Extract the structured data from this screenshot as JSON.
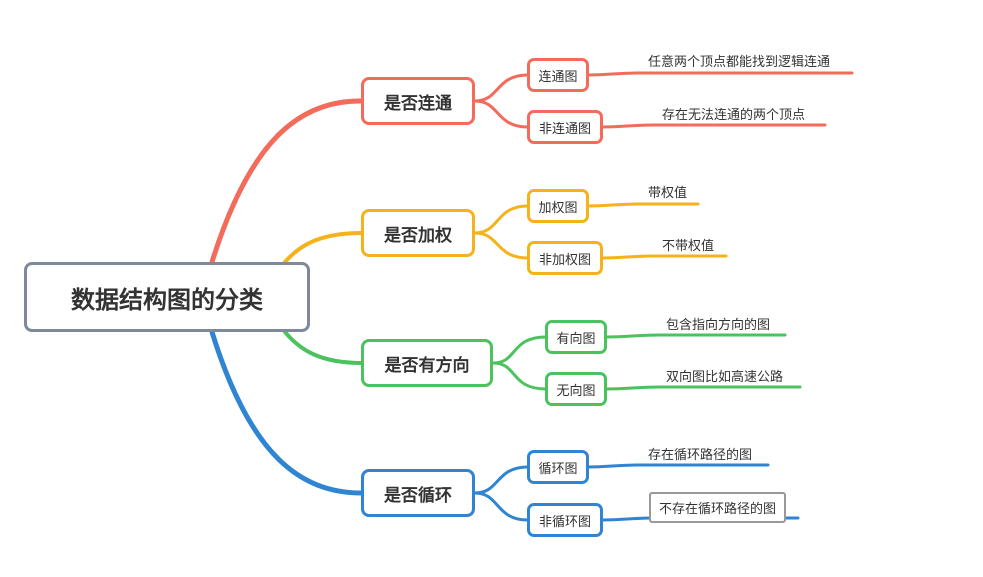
{
  "root": {
    "label": "数据结构图的分类"
  },
  "branches": [
    {
      "label": "是否连通",
      "color": "#f26b5b",
      "children": [
        {
          "label": "连通图",
          "note": "任意两个顶点都能找到逻辑连通"
        },
        {
          "label": "非连通图",
          "note": "存在无法连通的两个顶点"
        }
      ]
    },
    {
      "label": "是否加权",
      "color": "#f6b21a",
      "children": [
        {
          "label": "加权图",
          "note": "带权值"
        },
        {
          "label": "非加权图",
          "note": "不带权值"
        }
      ]
    },
    {
      "label": "是否有方向",
      "color": "#4cc25f",
      "children": [
        {
          "label": "有向图",
          "note": "包含指向方向的图"
        },
        {
          "label": "无向图",
          "note": "双向图比如高速公路"
        }
      ]
    },
    {
      "label": "是否循环",
      "color": "#2f85d2",
      "children": [
        {
          "label": "循环图",
          "note": "存在循环路径的图"
        },
        {
          "label": "非循环图",
          "note": "不存在循环路径的图"
        }
      ]
    }
  ]
}
